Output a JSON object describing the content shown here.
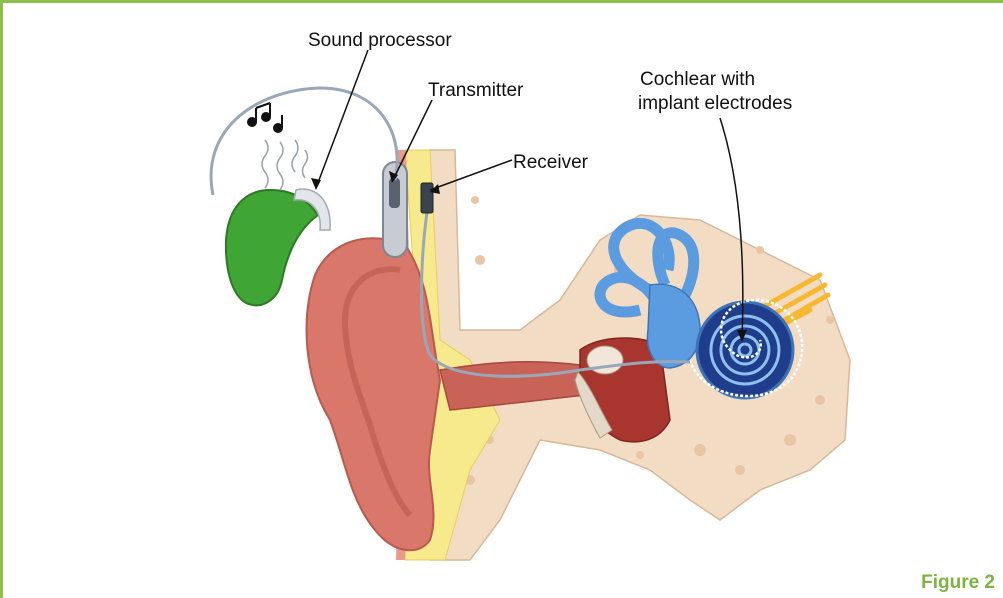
{
  "labels": {
    "sound_processor": "Sound processor",
    "transmitter": "Transmitter",
    "receiver": "Receiver",
    "cochlear_line1": "Cochlear with",
    "cochlear_line2": "implant electrodes"
  },
  "figure_label": "Figure 2",
  "colors": {
    "frame": "#8cc04b",
    "figure_label": "#7cb342",
    "processor": "#3fa535",
    "skin": "#d9776a",
    "bone": "#f3dcc4",
    "fat": "#f7ea8c",
    "cochlea": "#5b9be0",
    "nerve": "#f5b830"
  }
}
